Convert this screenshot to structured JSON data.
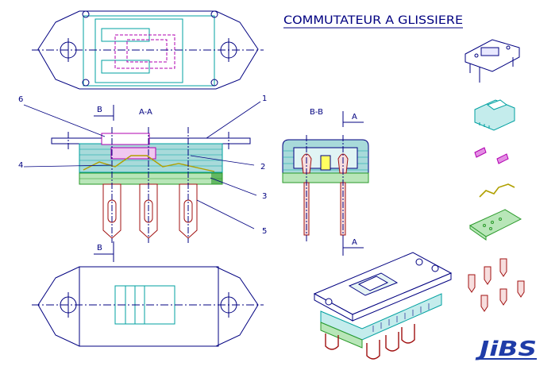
{
  "title": "COMMUTATEUR A GLISSIERE",
  "sections": {
    "aa": "A-A",
    "bb": "B-B"
  },
  "cut_marks": {
    "a_top": "A",
    "a_bottom": "A",
    "b_top": "B",
    "b_bottom": "B"
  },
  "part_numbers": {
    "p1": "1",
    "p2": "2",
    "p3": "3",
    "p4": "4",
    "p5": "5",
    "p6": "6"
  },
  "logo_text": "JiBS",
  "colors": {
    "outline": "#000080",
    "green": "#2a9a2a",
    "red": "#a01010",
    "cyan": "#00a0a0",
    "magenta": "#b000b0",
    "yellow_spring": "#b0a000"
  }
}
